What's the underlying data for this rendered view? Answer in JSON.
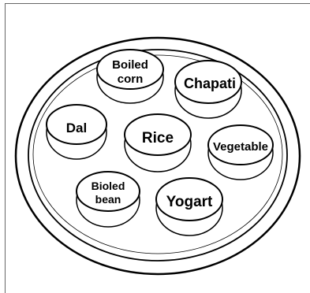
{
  "diagram": {
    "bowls": [
      {
        "id": "boiled-corn",
        "lines": [
          "Boiled",
          "corn"
        ]
      },
      {
        "id": "chapati",
        "lines": [
          "Chapati"
        ]
      },
      {
        "id": "dal",
        "lines": [
          "Dal"
        ]
      },
      {
        "id": "rice",
        "lines": [
          "Rice"
        ]
      },
      {
        "id": "vegetable",
        "lines": [
          "Vegetable"
        ]
      },
      {
        "id": "bioled-bean",
        "lines": [
          "Bioled",
          "bean"
        ]
      },
      {
        "id": "yogart",
        "lines": [
          "Yogart"
        ]
      }
    ]
  }
}
